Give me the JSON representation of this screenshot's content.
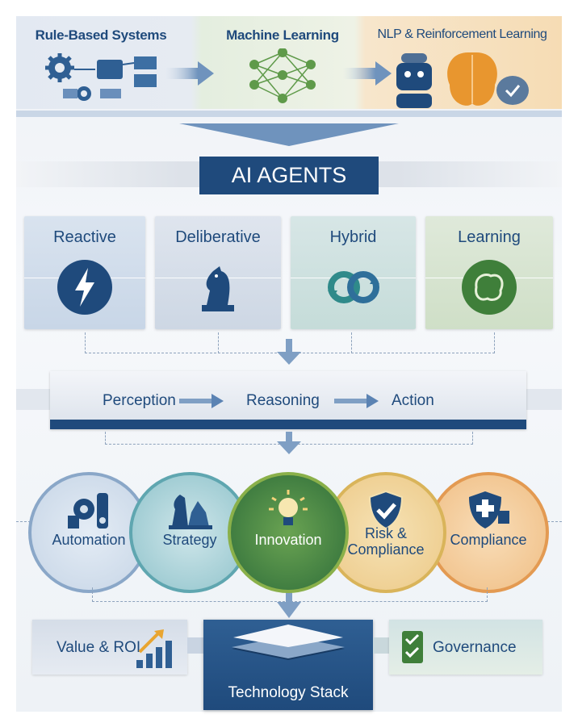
{
  "evolution": [
    {
      "label": "Rule-Based Systems",
      "icon": "gears-flowchart-icon"
    },
    {
      "label": "Machine Learning",
      "icon": "neural-network-icon"
    },
    {
      "label": "NLP & Reinforcement Learning",
      "icon": "robot-brain-chat-icon"
    }
  ],
  "banner": "AI AGENTS",
  "agent_types": [
    {
      "label": "Reactive",
      "icon": "lightning-icon"
    },
    {
      "label": "Deliberative",
      "icon": "chess-knight-icon"
    },
    {
      "label": "Hybrid",
      "icon": "cycle-arrows-icon"
    },
    {
      "label": "Learning",
      "icon": "brain-circuit-icon"
    }
  ],
  "pipeline": [
    "Perception",
    "Reasoning",
    "Action"
  ],
  "pillars": [
    {
      "label": "Automation",
      "icon": "gears-icon"
    },
    {
      "label": "Strategy",
      "icon": "chess-pieces-icon"
    },
    {
      "label": "Innovation",
      "icon": "lightbulb-icon"
    },
    {
      "label": "Risk & Compliance",
      "icon": "shield-check-icon"
    },
    {
      "label": "Compliance",
      "icon": "shield-plus-icon"
    }
  ],
  "bottom": {
    "left": "Value & ROI",
    "center": "Technology Stack",
    "right": "Governance"
  },
  "colors": {
    "navy": "#1f4a7c",
    "blue": "#5b83b3",
    "teal": "#3f9aa8",
    "green": "#4c8a3c",
    "gold": "#d8a842",
    "orange": "#e08a3a"
  }
}
